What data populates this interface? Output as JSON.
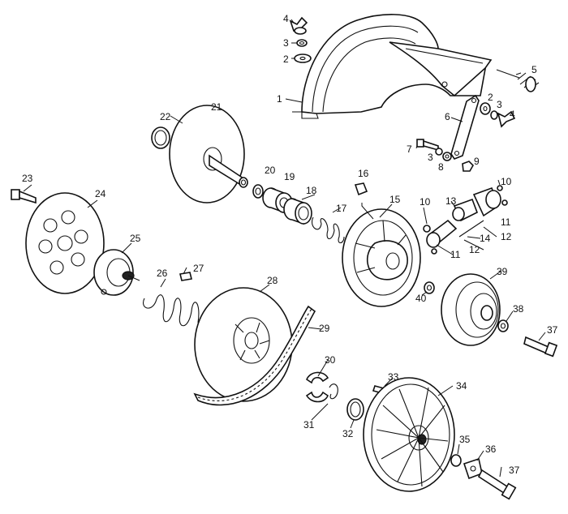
{
  "callouts": [
    {
      "id": "c1",
      "text": "1"
    },
    {
      "id": "c2a",
      "text": "2"
    },
    {
      "id": "c3a",
      "text": "3"
    },
    {
      "id": "c4a",
      "text": "4"
    },
    {
      "id": "c5",
      "text": "5"
    },
    {
      "id": "c2b",
      "text": "2"
    },
    {
      "id": "c3b",
      "text": "3"
    },
    {
      "id": "c4b",
      "text": "4"
    },
    {
      "id": "c6",
      "text": "6"
    },
    {
      "id": "c7",
      "text": "7"
    },
    {
      "id": "c3c",
      "text": "3"
    },
    {
      "id": "c8",
      "text": "8"
    },
    {
      "id": "c9",
      "text": "9"
    },
    {
      "id": "c10a",
      "text": "10"
    },
    {
      "id": "c10b",
      "text": "10"
    },
    {
      "id": "c11a",
      "text": "11"
    },
    {
      "id": "c11b",
      "text": "11"
    },
    {
      "id": "c12a",
      "text": "12"
    },
    {
      "id": "c12b",
      "text": "12"
    },
    {
      "id": "c13",
      "text": "13"
    },
    {
      "id": "c14",
      "text": "14"
    },
    {
      "id": "c15",
      "text": "15"
    },
    {
      "id": "c16",
      "text": "16"
    },
    {
      "id": "c17",
      "text": "17"
    },
    {
      "id": "c18",
      "text": "18"
    },
    {
      "id": "c19",
      "text": "19"
    },
    {
      "id": "c20",
      "text": "20"
    },
    {
      "id": "c21",
      "text": "21"
    },
    {
      "id": "c22",
      "text": "22"
    },
    {
      "id": "c23",
      "text": "23"
    },
    {
      "id": "c24",
      "text": "24"
    },
    {
      "id": "c25",
      "text": "25"
    },
    {
      "id": "c26",
      "text": "26"
    },
    {
      "id": "c27",
      "text": "27"
    },
    {
      "id": "c28",
      "text": "28"
    },
    {
      "id": "c29",
      "text": "29"
    },
    {
      "id": "c30",
      "text": "30"
    },
    {
      "id": "c31",
      "text": "31"
    },
    {
      "id": "c32",
      "text": "32"
    },
    {
      "id": "c33",
      "text": "33"
    },
    {
      "id": "c34",
      "text": "34"
    },
    {
      "id": "c35",
      "text": "35"
    },
    {
      "id": "c36",
      "text": "36"
    },
    {
      "id": "c37a",
      "text": "37"
    },
    {
      "id": "c37b",
      "text": "37"
    },
    {
      "id": "c38",
      "text": "38"
    },
    {
      "id": "c39",
      "text": "39"
    },
    {
      "id": "c40",
      "text": "40"
    }
  ]
}
